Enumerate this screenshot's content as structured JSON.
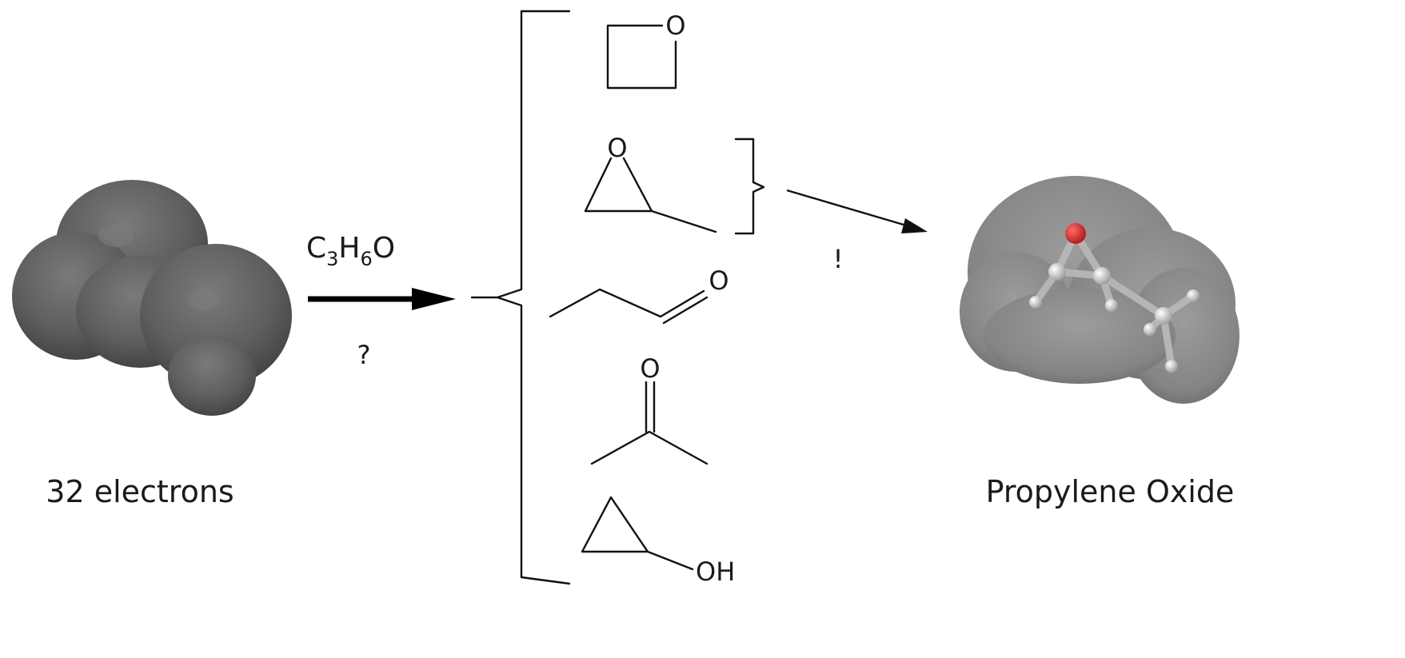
{
  "diagram": {
    "left_molecule_caption": "32 electrons",
    "formula": {
      "c": "C",
      "c_sub": "3",
      "h": "H",
      "h_sub": "6",
      "o": "O"
    },
    "main_arrow_caption": "?",
    "second_arrow_caption": "!",
    "right_molecule_caption": "Propylene Oxide",
    "candidates": [
      {
        "name": "oxetane",
        "atom_labels": [
          "O"
        ]
      },
      {
        "name": "propylene-oxide",
        "atom_labels": [
          "O"
        ]
      },
      {
        "name": "propanal",
        "atom_labels": [
          "O"
        ]
      },
      {
        "name": "acetone",
        "atom_labels": [
          "O"
        ]
      },
      {
        "name": "cyclopropanol",
        "atom_labels": [
          "OH"
        ]
      }
    ],
    "colors": {
      "surface_dark": "#5b5b5b",
      "surface_light": "#8a8a8a",
      "oxygen": "#d42a2a",
      "hydrogen": "#d8d8d8",
      "ink": "#111111"
    }
  }
}
